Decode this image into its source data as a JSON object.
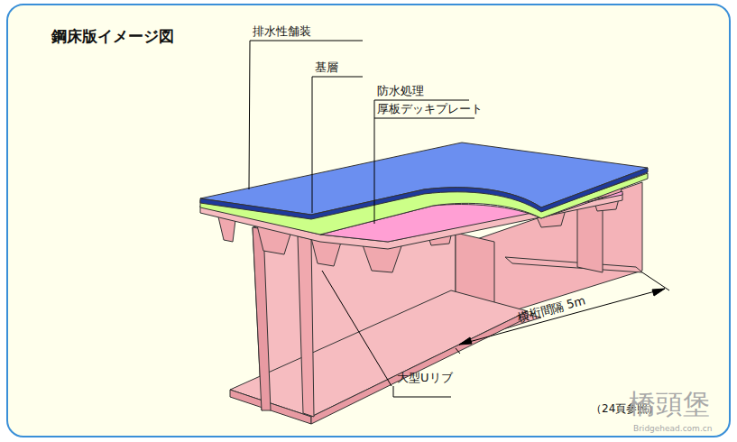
{
  "diagram": {
    "title": "鋼床版イメージ図",
    "labels": [
      "排水性舗装",
      "基層",
      "防水処理",
      "厚板デッキプレート",
      "横桁間隔 5m",
      "大型Uリブ",
      "（24頁参照）",
      "橋頭堡",
      "Bridgehead.com.cn"
    ]
  }
}
